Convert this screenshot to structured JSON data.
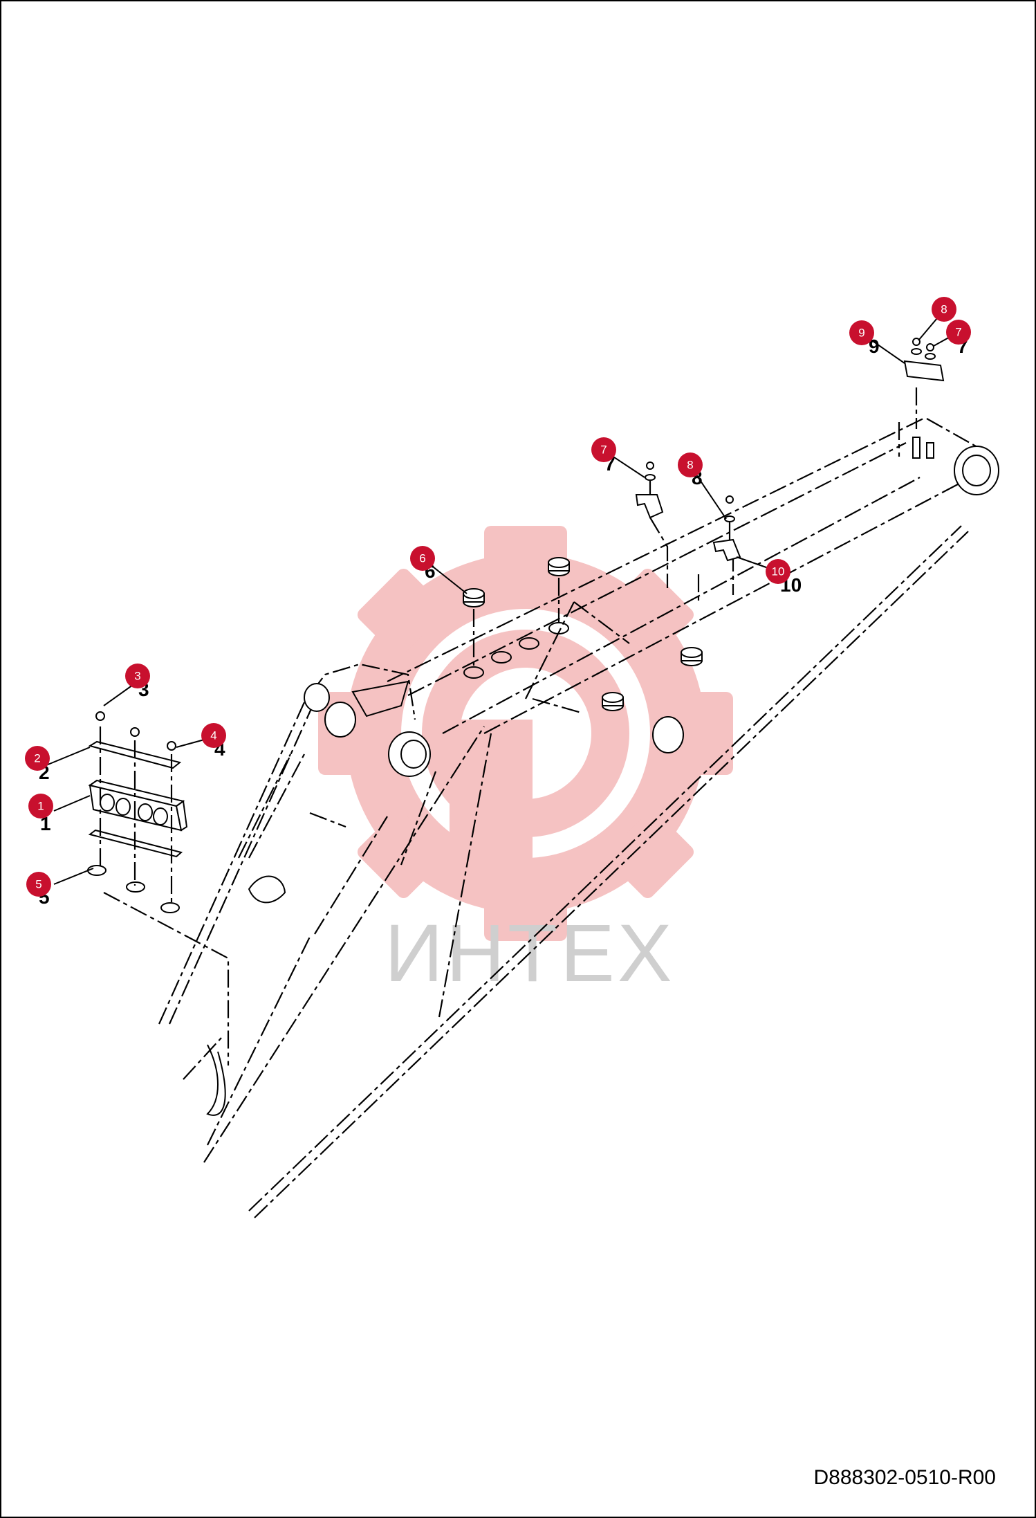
{
  "watermark": {
    "text": "ИНТЕХ",
    "gear_color": "#f4b8b8",
    "text_color": "#cfcfcf"
  },
  "callouts": [
    {
      "num": "1",
      "label": "1"
    },
    {
      "num": "2",
      "label": "2"
    },
    {
      "num": "3",
      "label": "3"
    },
    {
      "num": "4",
      "label": "4"
    },
    {
      "num": "5",
      "label": "5"
    },
    {
      "num": "6",
      "label": "6"
    },
    {
      "num": "7",
      "label": "7"
    },
    {
      "num": "8",
      "label": "8"
    },
    {
      "num": "10",
      "label": "10"
    },
    {
      "num": "9",
      "label": "9"
    },
    {
      "num": "8",
      "label": "8"
    },
    {
      "num": "7",
      "label": "7"
    }
  ],
  "drawing_code": "D888302-0510-R00",
  "callout_color": "#c8102e"
}
